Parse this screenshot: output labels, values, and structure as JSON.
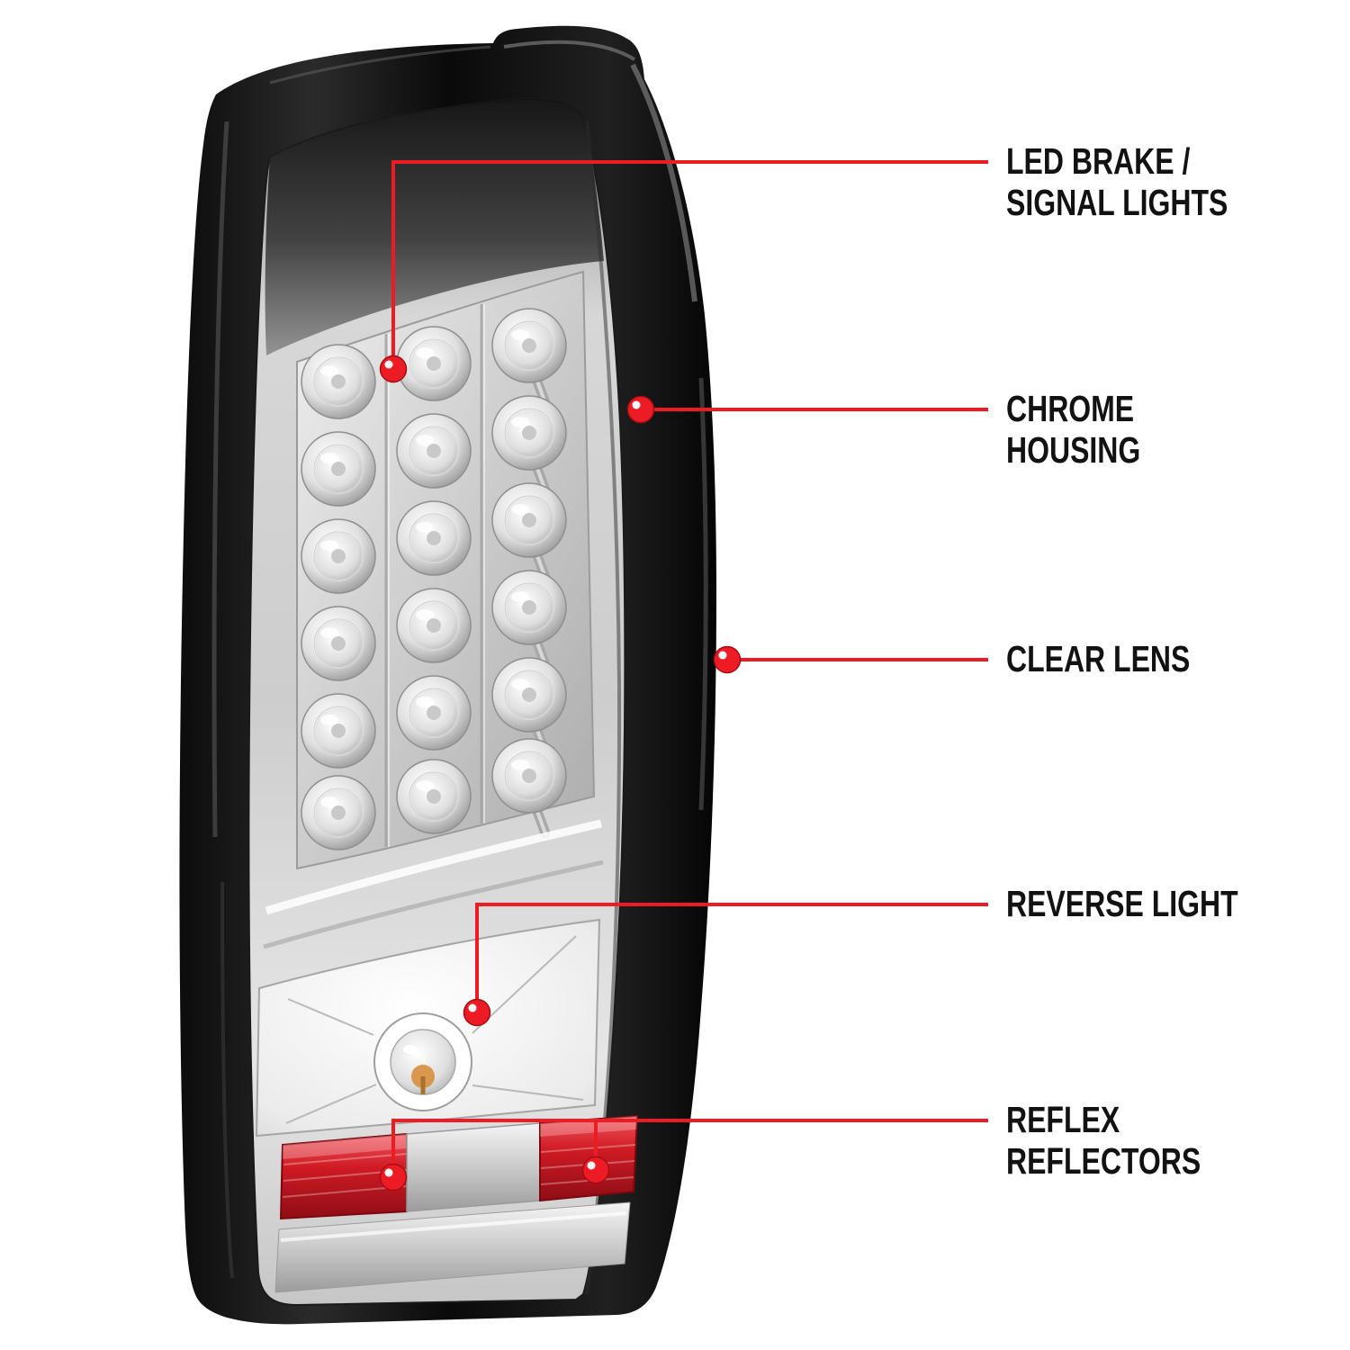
{
  "page": {
    "background": "#ffffff"
  },
  "diagram": {
    "illustration": "chrome-led-tail-light-rear-view",
    "accent_color": "#ed1c24",
    "callouts": [
      {
        "label": "LED BRAKE /\nSIGNAL LIGHTS"
      },
      {
        "label": "CHROME HOUSING"
      },
      {
        "label": "CLEAR LENS"
      },
      {
        "label": "REVERSE LIGHT"
      },
      {
        "label": "REFLEX REFLECTORS"
      }
    ]
  }
}
